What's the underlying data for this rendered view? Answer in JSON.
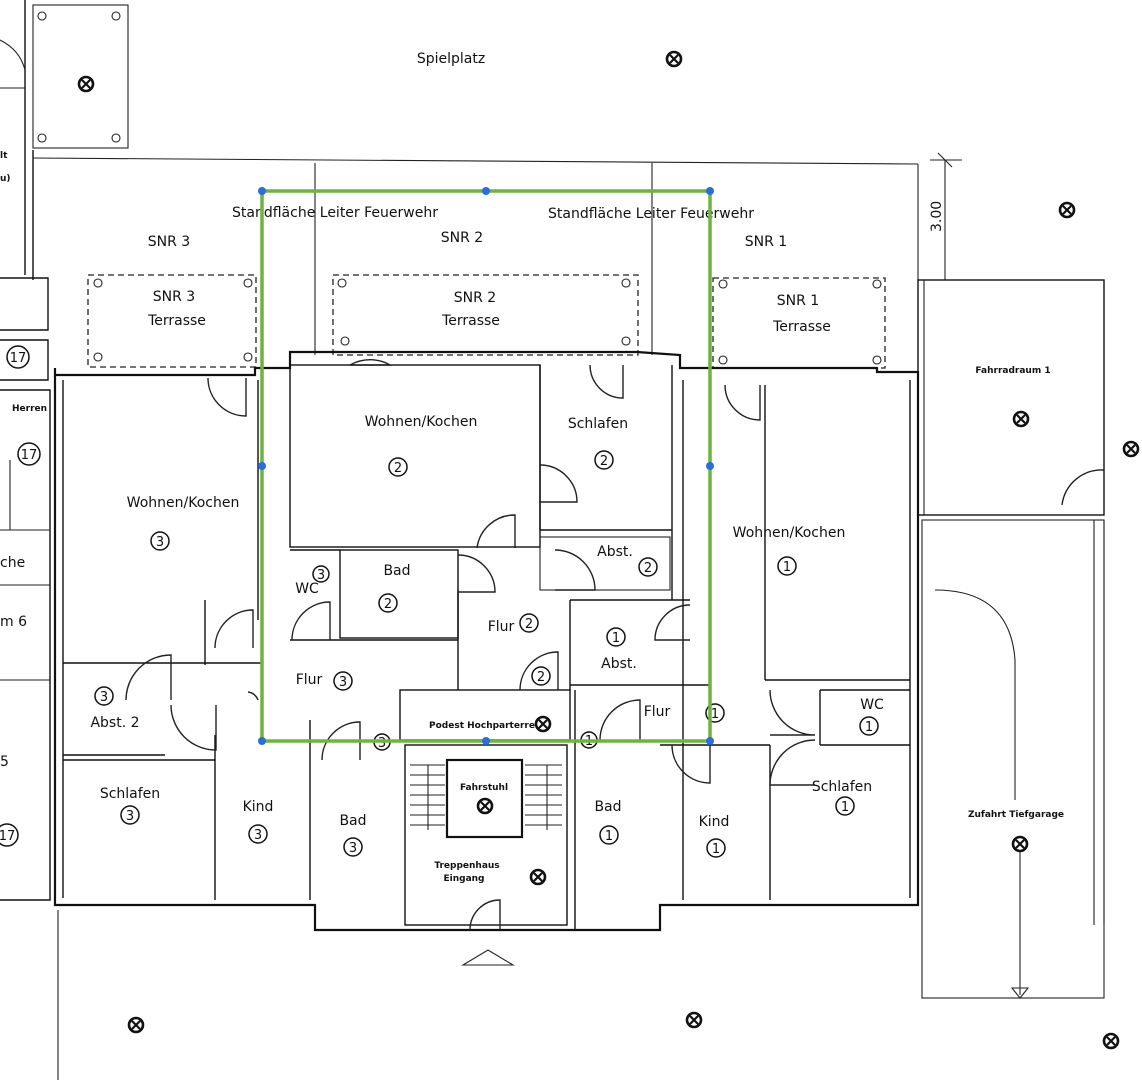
{
  "labels": {
    "spielplatz": "Spielplatz",
    "standflaeche_a": "Standfläche Leiter Feuerwehr",
    "standflaeche_b": "Standfläche Leiter Feuerwehr",
    "snr3": "SNR 3",
    "snr2": "SNR 2",
    "snr1": "SNR 1",
    "snr3_terr_a": "SNR 3",
    "snr3_terr_b": "Terrasse",
    "snr2_terr_a": "SNR 2",
    "snr2_terr_b": "Terrasse",
    "snr1_terr_a": "SNR 1",
    "snr1_terr_b": "Terrasse",
    "dim_300": "3.00",
    "fahrradraum": "Fahrradraum 1",
    "zufahrt": "Zufahrt Tiefgarage",
    "wohnen_kochen_2": "Wohnen/Kochen",
    "schlafen_2": "Schlafen",
    "wohnen_kochen_3": "Wohnen/Kochen",
    "wohnen_kochen_1": "Wohnen/Kochen",
    "bad_2": "Bad",
    "wc_3": "WC",
    "abst_2": "Abst.",
    "flur_2": "Flur",
    "abst_1": "Abst.",
    "flur_3": "Flur",
    "abst2_3": "Abst. 2",
    "flur_1": "Flur",
    "wc_1": "WC",
    "podest": "Podest Hochparterre",
    "schlafen_3": "Schlafen",
    "kind_3": "Kind",
    "bad_3": "Bad",
    "fahrstuhl": "Fahrstuhl",
    "treppenhaus_a": "Treppenhaus",
    "treppenhaus_b": "Eingang",
    "bad_1": "Bad",
    "kind_1": "Kind",
    "schlafen_1": "Schlafen",
    "left_herren": "Herren",
    "left_che": "che",
    "left_m6": "m 6",
    "left_5": "5",
    "left_lt": "lt",
    "left_ul": "u)"
  },
  "numbers": {
    "one": "1",
    "two": "2",
    "three": "3",
    "seventeen": "17"
  },
  "colors": {
    "selection": "#6db33f",
    "handle": "#2b6fd6"
  }
}
